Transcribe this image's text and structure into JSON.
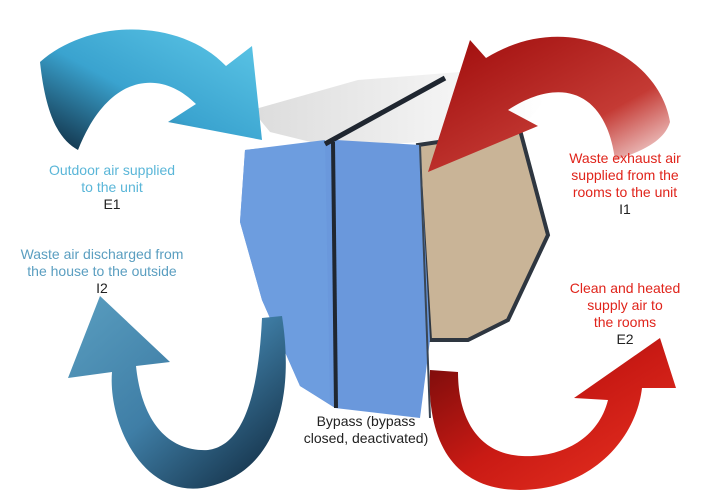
{
  "labels": {
    "e1": {
      "line1": "Outdoor air supplied",
      "line2": "to the unit",
      "code": "E1"
    },
    "i2": {
      "line1": "Waste air discharged from",
      "line2": "the house to the outside",
      "code": "I2"
    },
    "i1": {
      "line1": "Waste exhaust air",
      "line2": "supplied from the",
      "line3": "rooms to the unit",
      "code": "I1"
    },
    "e2": {
      "line1": "Clean and heated",
      "line2": "supply air to",
      "line3": "the rooms",
      "code": "E2"
    },
    "bypass": {
      "line1": "Bypass (bypass",
      "line2": "closed, deactivated)"
    }
  },
  "colors": {
    "outdoor_supply": "#5ac4e6",
    "waste_discharge": "#5a9ec0",
    "exhaust": "#b0100f",
    "supply": "#e3281c",
    "unit_face": "#6a98dc",
    "unit_side": "#c9b497"
  }
}
